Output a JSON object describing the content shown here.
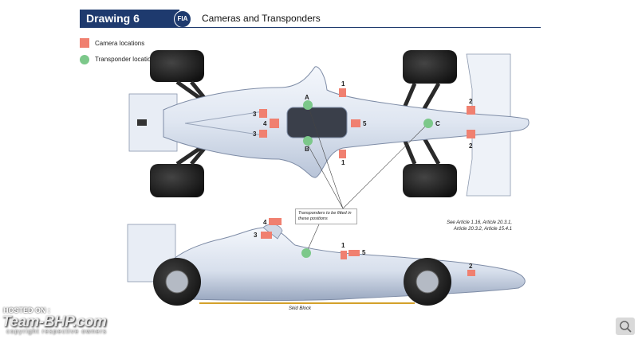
{
  "header": {
    "drawing_label": "Drawing 6",
    "badge_text": "FIA",
    "title": "Cameras and Transponders"
  },
  "legend": {
    "camera_label": "Camera locations",
    "transponder_label": "Transponder locations",
    "camera_color": "#f08070",
    "transponder_color": "#7cc88a"
  },
  "top_view": {
    "camera_labels": [
      "1",
      "3",
      "4",
      "3",
      "5",
      "1",
      "2",
      "2"
    ],
    "transponder_labels": [
      "A",
      "B",
      "C"
    ]
  },
  "side_view": {
    "camera_labels": [
      "4",
      "3",
      "1",
      "5",
      "2"
    ],
    "skid_block_label": "Skid Block"
  },
  "callout": {
    "text": "Transponders to be fitted in these positions"
  },
  "references": {
    "line1": "See Article 1.16, Article 20.3.1,",
    "line2": "Article 20.3.2, Article 15.4.1"
  },
  "watermark": {
    "hosted_on": "HOSTED ON :",
    "logo": "Team-BHP.com",
    "sub": "copyright respective owners"
  },
  "colors": {
    "header_blue": "#1e3a6e",
    "body_light": "#e6ebf4",
    "tyre": "#1a1a1a"
  }
}
